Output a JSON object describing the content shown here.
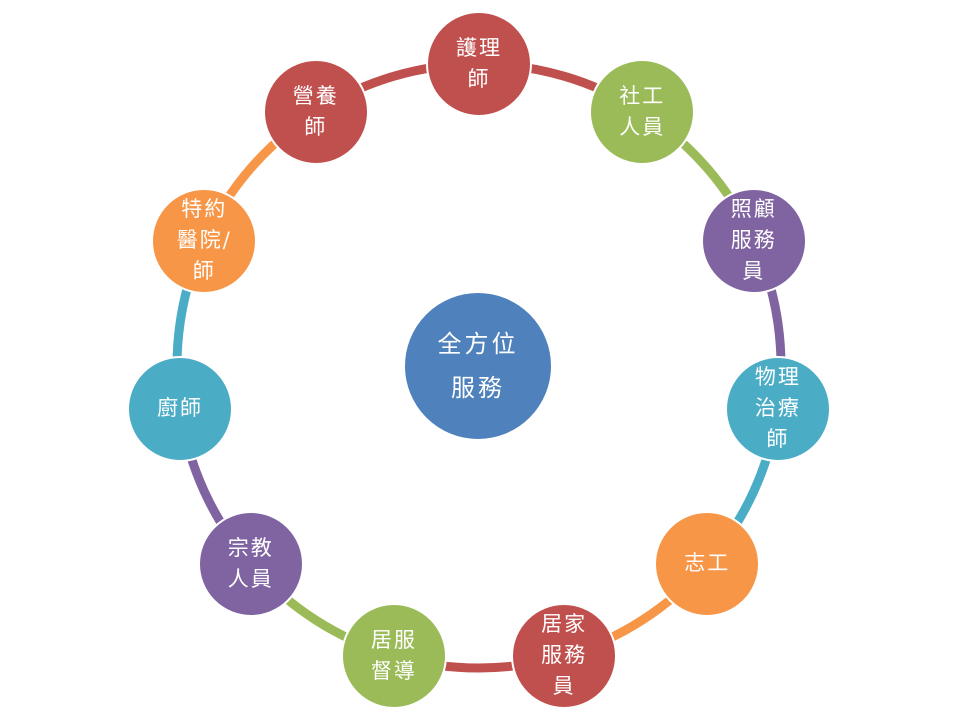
{
  "center": {
    "label": "全方位\n服務",
    "color": "#4f81bd"
  },
  "nodes": [
    {
      "id": "nurse",
      "label": "護理\n師",
      "color": "#c0504d"
    },
    {
      "id": "social-worker",
      "label": "社工\n人員",
      "color": "#9bbb59"
    },
    {
      "id": "care-attendant",
      "label": "照顧\n服務\n員",
      "color": "#8064a2"
    },
    {
      "id": "physical-therapist",
      "label": "物理\n治療\n師",
      "color": "#4bacc6"
    },
    {
      "id": "volunteer",
      "label": "志工",
      "color": "#f79646"
    },
    {
      "id": "home-care-worker",
      "label": "居家\n服務\n員",
      "color": "#c0504d"
    },
    {
      "id": "home-service-supervisor",
      "label": "居服\n督導",
      "color": "#9bbb59"
    },
    {
      "id": "religious-staff",
      "label": "宗教\n人員",
      "color": "#8064a2"
    },
    {
      "id": "chef",
      "label": "廚師",
      "color": "#4bacc6"
    },
    {
      "id": "contracted-hospital-doctor",
      "label": "特約\n醫院/\n師",
      "color": "#f79646"
    },
    {
      "id": "dietitian",
      "label": "營養\n師",
      "color": "#c0504d"
    }
  ]
}
